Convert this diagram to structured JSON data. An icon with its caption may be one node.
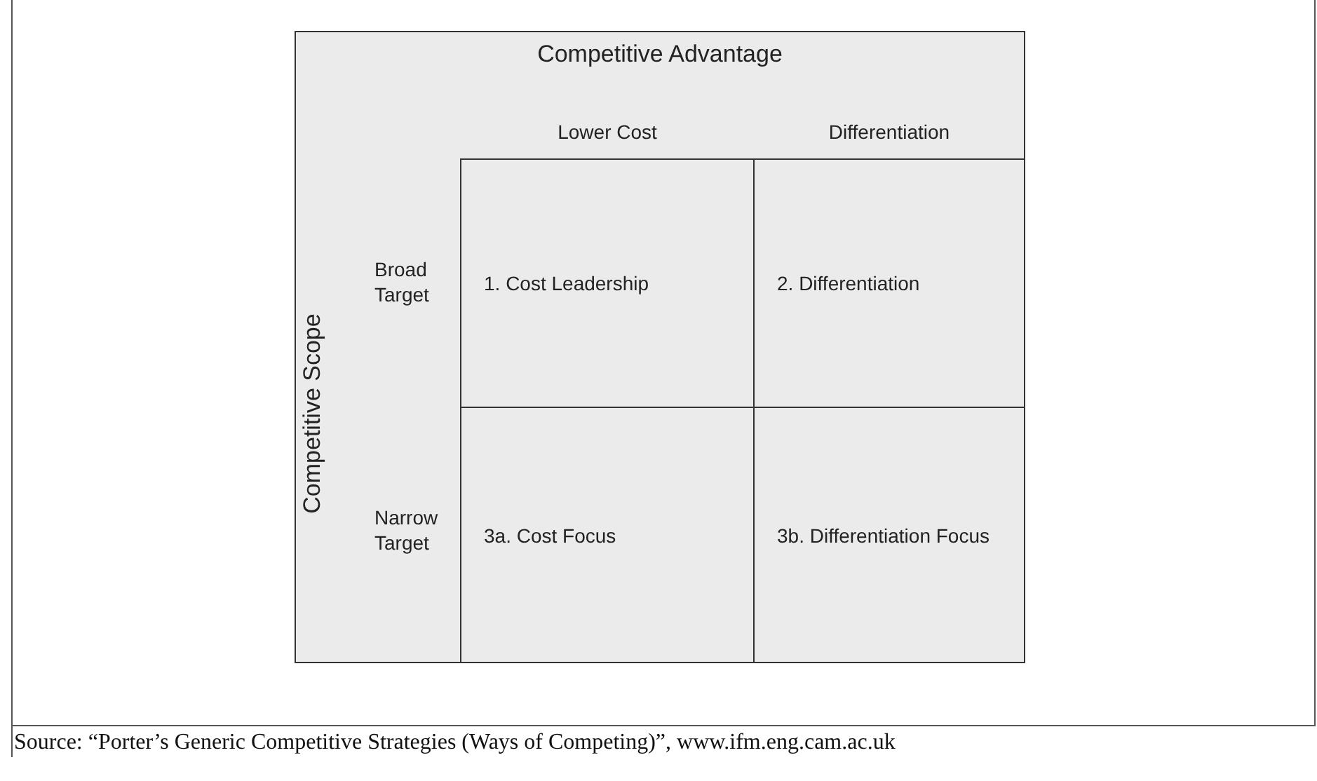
{
  "diagram": {
    "title": "Competitive Advantage",
    "nodes": [
      {
        "text": [
          "1. Cost Leadership"
        ]
      },
      {
        "text": [
          "2. Differentiation"
        ]
      },
      {
        "text": [
          "3a. Cost Focus"
        ]
      },
      {
        "text": [
          "3b. Differentiation Focus"
        ]
      }
    ],
    "labels": [
      "Lower Cost",
      "Differentiation",
      "Competitive Scope",
      "Broad Target",
      "Narrow Target"
    ],
    "caption": "Source: “Porter’s Generic Competitive Strategies (Ways of Competing)”, www.ifm.eng.cam.ac.uk"
  }
}
